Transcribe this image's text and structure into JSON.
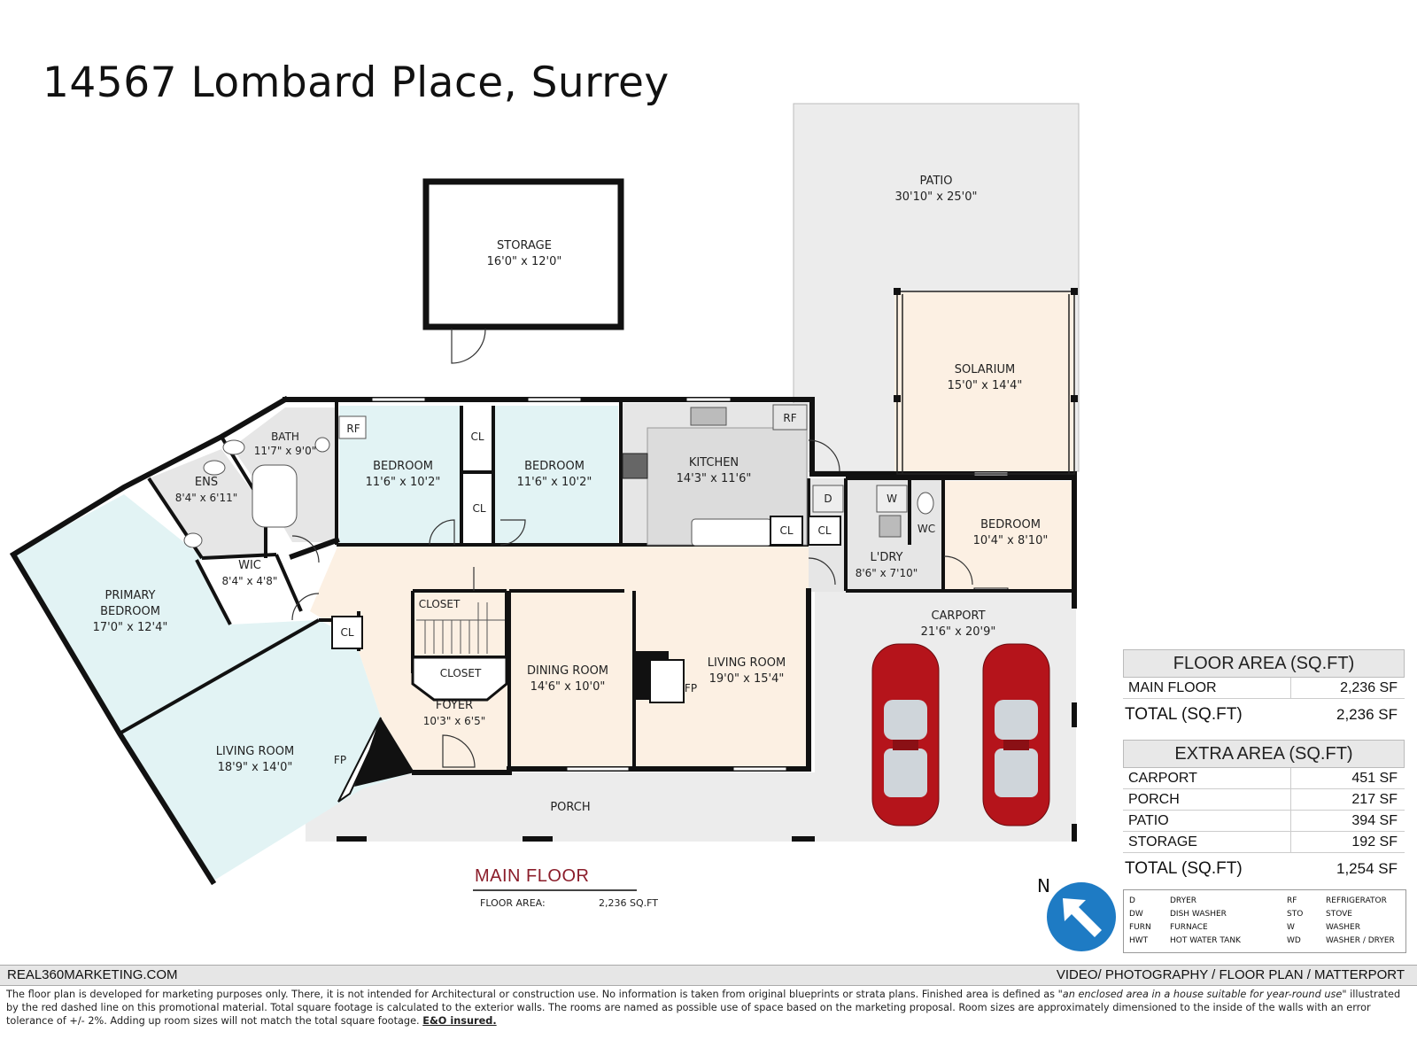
{
  "title": "14567 Lombard Place, Surrey",
  "rooms": {
    "patio": {
      "name": "PATIO",
      "dim": "30'10\" x 25'0\""
    },
    "storage": {
      "name": "STORAGE",
      "dim": "16'0\" x 12'0\""
    },
    "solarium": {
      "name": "SOLARIUM",
      "dim": "15'0\" x 14'4\""
    },
    "bath": {
      "name": "BATH",
      "dim": "11'7\" x 9'0\""
    },
    "bedroom1": {
      "name": "BEDROOM",
      "dim": "11'6\" x 10'2\""
    },
    "bedroom2": {
      "name": "BEDROOM",
      "dim": "11'6\" x 10'2\""
    },
    "kitchen": {
      "name": "KITCHEN",
      "dim": "14'3\" x 11'6\""
    },
    "ens": {
      "name": "ENS",
      "dim": "8'4\" x 6'11\""
    },
    "wic": {
      "name": "WIC",
      "dim": "8'4\" x 4'8\""
    },
    "primary_bedroom": {
      "name": "PRIMARY",
      "name2": "BEDROOM",
      "dim": "17'0\" x 12'4\""
    },
    "laundry": {
      "name": "L'DRY",
      "dim": "8'6\" x 7'10\""
    },
    "bedroom3": {
      "name": "BEDROOM",
      "dim": "10'4\" x 8'10\""
    },
    "carport": {
      "name": "CARPORT",
      "dim": "21'6\" x 20'9\""
    },
    "dining": {
      "name": "DINING ROOM",
      "dim": "14'6\" x 10'0\""
    },
    "living_main": {
      "name": "LIVING ROOM",
      "dim": "19'0\" x 15'4\""
    },
    "foyer": {
      "name": "FOYER",
      "dim": "10'3\" x 6'5\""
    },
    "living_west": {
      "name": "LIVING ROOM",
      "dim": "18'9\" x 14'0\""
    },
    "porch": {
      "name": "PORCH"
    }
  },
  "fixtures": {
    "cl": "CL",
    "closet": "CLOSET",
    "rf": "RF",
    "fp": "FP",
    "d": "D",
    "w": "W",
    "wc": "WC"
  },
  "main_floor": {
    "title": "MAIN FLOOR",
    "area_label": "FLOOR AREA:",
    "area_value": "2,236 SQ.FT"
  },
  "floor_area": {
    "title": "FLOOR AREA (SQ.FT)",
    "rows": [
      {
        "label": "MAIN FLOOR",
        "value": "2,236 SF"
      }
    ],
    "total_label": "TOTAL (SQ.FT)",
    "total_value": "2,236 SF"
  },
  "extra_area": {
    "title": "EXTRA AREA (SQ.FT)",
    "rows": [
      {
        "label": "CARPORT",
        "value": "451 SF"
      },
      {
        "label": "PORCH",
        "value": "217 SF"
      },
      {
        "label": "PATIO",
        "value": "394 SF"
      },
      {
        "label": "STORAGE",
        "value": "192 SF"
      }
    ],
    "total_label": "TOTAL (SQ.FT)",
    "total_value": "1,254 SF"
  },
  "north": "N",
  "legend": [
    {
      "code": "D",
      "desc": "DRYER",
      "code2": "RF",
      "desc2": "REFRIGERATOR"
    },
    {
      "code": "DW",
      "desc": "DISH WASHER",
      "code2": "STO",
      "desc2": "STOVE"
    },
    {
      "code": "FURN",
      "desc": "FURNACE",
      "code2": "W",
      "desc2": "WASHER"
    },
    {
      "code": "HWT",
      "desc": "HOT WATER TANK",
      "code2": "WD",
      "desc2": "WASHER / DRYER"
    }
  ],
  "footer": {
    "left": "REAL360MARKETING.COM",
    "right": "VIDEO/ PHOTOGRAPHY / FLOOR PLAN / MATTERPORT"
  },
  "disclaimer": {
    "part1": "The floor plan is developed for marketing purposes only. There, it is not intended for Architectural or construction use. No information is  taken from original blueprints or strata plans. Finished area is defined as ",
    "italic": "\"an enclosed area in a house suitable for year-round use\"",
    "part2": " illustrated by the red dashed line on this promotional material. Total square footage is calculated to the exterior walls. The rooms are named as possible use of space based on the marketing proposal. Room sizes are approximately dimensioned to the inside of the walls with an error tolerance of +/- 2%. Adding up room sizes will not match the total square footage. ",
    "bold": "E&O insured."
  },
  "colors": {
    "bedroom_fill": "#e2f3f4",
    "living_fill": "#fcf0e3",
    "wet_fill": "#e6e6e6",
    "outdoor_fill": "#ececec",
    "car_red": "#b5141b",
    "compass_blue": "#1e7bc4",
    "main_floor_title": "#8b1d2a"
  }
}
